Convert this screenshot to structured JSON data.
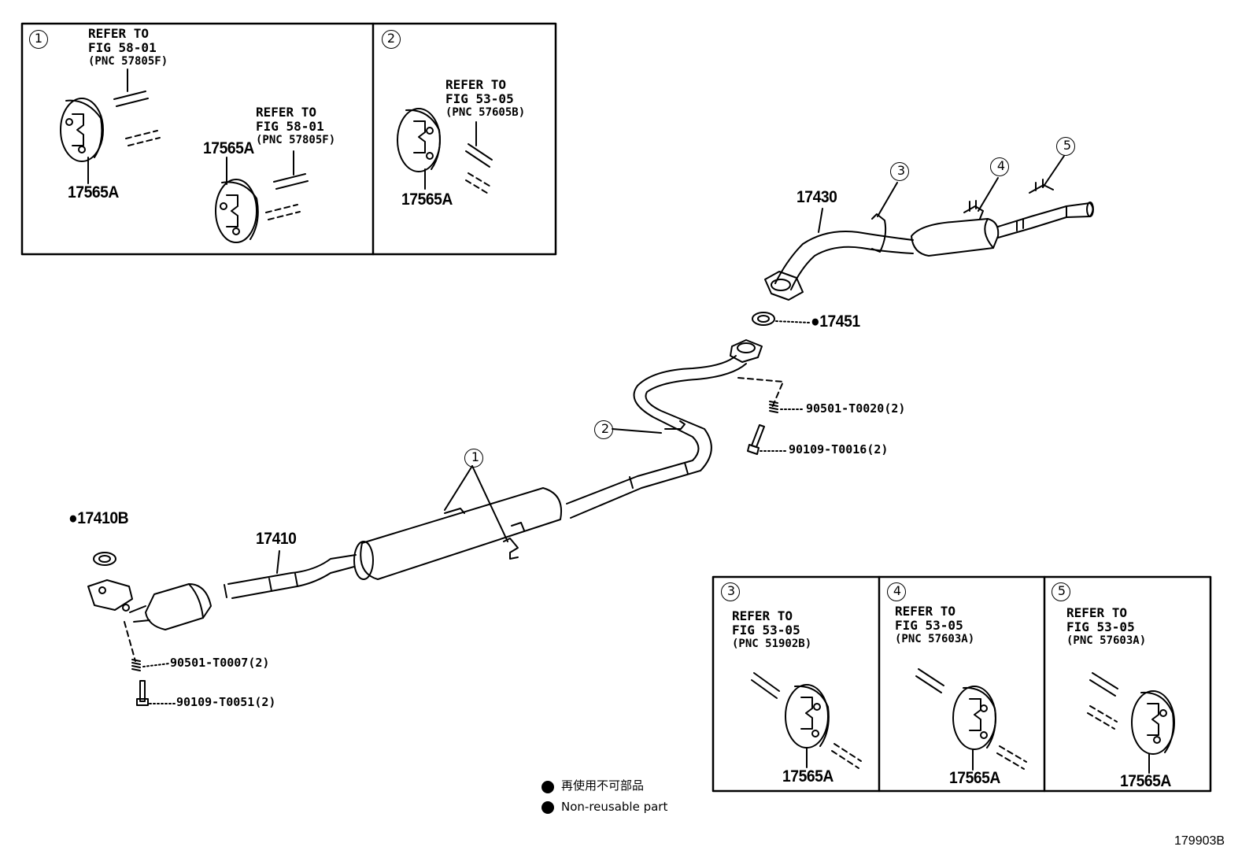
{
  "insets": [
    {
      "num": "①",
      "refs": [
        {
          "l1": "REFER TO",
          "l2": "FIG 58-01",
          "l3": "(PNC 57805F)"
        },
        {
          "l1": "REFER TO",
          "l2": "FIG 58-01",
          "l3": "(PNC 57805F)"
        }
      ],
      "parts": [
        "17565A",
        "17565A"
      ]
    },
    {
      "num": "②",
      "refs": [
        {
          "l1": "REFER TO",
          "l2": "FIG 53-05",
          "l3": "(PNC 57605B)"
        }
      ],
      "parts": [
        "17565A"
      ]
    },
    {
      "num": "③",
      "refs": [
        {
          "l1": "REFER TO",
          "l2": "FIG 53-05",
          "l3": "(PNC 51902B)"
        }
      ],
      "parts": [
        "17565A"
      ]
    },
    {
      "num": "④",
      "refs": [
        {
          "l1": "REFER TO",
          "l2": "FIG 53-05",
          "l3": "(PNC 57603A)"
        }
      ],
      "parts": [
        "17565A"
      ]
    },
    {
      "num": "⑤",
      "refs": [
        {
          "l1": "REFER TO",
          "l2": "FIG 53-05",
          "l3": "(PNC 57603A)"
        }
      ],
      "parts": [
        "17565A"
      ]
    }
  ],
  "callouts": [
    "①",
    "②",
    "③",
    "④",
    "⑤"
  ],
  "parts": {
    "tail_pipe": "17430",
    "tail_gasket": "●17451",
    "front_gasket": "●17410B",
    "front_pipe": "17410"
  },
  "bolts": {
    "spring_rear": "90501-T0020(2)",
    "bolt_rear": "90109-T0016(2)",
    "spring_front": "90501-T0007(2)",
    "bolt_front": "90109-T0051(2)"
  },
  "legend": {
    "jp": "再使用不可部品",
    "en": "Non-reusable part",
    "bullet": "●"
  },
  "figure_number": "179903B"
}
